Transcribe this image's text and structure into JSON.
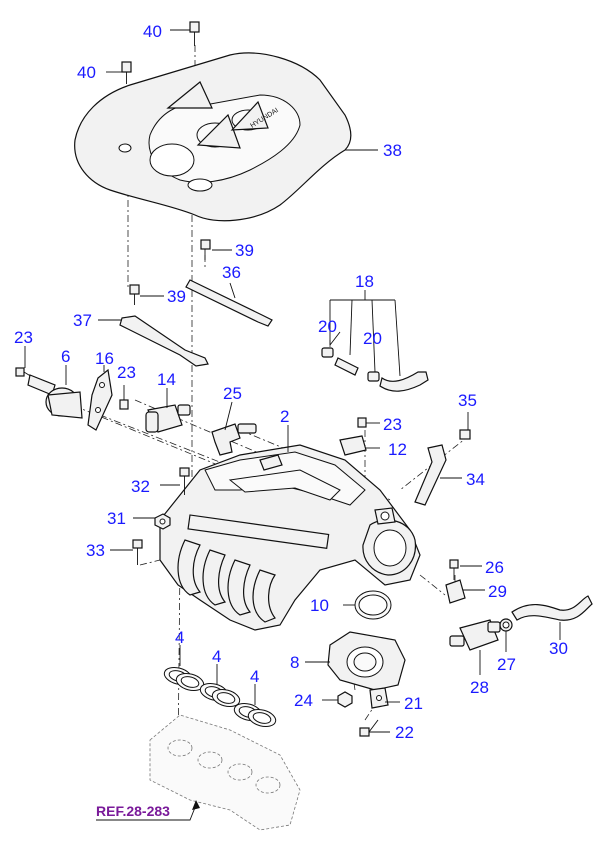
{
  "callouts": [
    {
      "id": "c40a",
      "label": "40"
    },
    {
      "id": "c40b",
      "label": "40"
    },
    {
      "id": "c38",
      "label": "38"
    },
    {
      "id": "c39a",
      "label": "39"
    },
    {
      "id": "c36",
      "label": "36"
    },
    {
      "id": "c39b",
      "label": "39"
    },
    {
      "id": "c37",
      "label": "37"
    },
    {
      "id": "c18",
      "label": "18"
    },
    {
      "id": "c20a",
      "label": "20"
    },
    {
      "id": "c20b",
      "label": "20"
    },
    {
      "id": "c23a",
      "label": "23"
    },
    {
      "id": "c6",
      "label": "6"
    },
    {
      "id": "c16",
      "label": "16"
    },
    {
      "id": "c23b",
      "label": "23"
    },
    {
      "id": "c14",
      "label": "14"
    },
    {
      "id": "c25",
      "label": "25"
    },
    {
      "id": "c2",
      "label": "2"
    },
    {
      "id": "c23c",
      "label": "23"
    },
    {
      "id": "c12",
      "label": "12"
    },
    {
      "id": "c35",
      "label": "35"
    },
    {
      "id": "c34",
      "label": "34"
    },
    {
      "id": "c32",
      "label": "32"
    },
    {
      "id": "c31",
      "label": "31"
    },
    {
      "id": "c33",
      "label": "33"
    },
    {
      "id": "c26",
      "label": "26"
    },
    {
      "id": "c29",
      "label": "29"
    },
    {
      "id": "c10",
      "label": "10"
    },
    {
      "id": "c30",
      "label": "30"
    },
    {
      "id": "c4a",
      "label": "4"
    },
    {
      "id": "c4b",
      "label": "4"
    },
    {
      "id": "c4c",
      "label": "4"
    },
    {
      "id": "c8",
      "label": "8"
    },
    {
      "id": "c27",
      "label": "27"
    },
    {
      "id": "c28",
      "label": "28"
    },
    {
      "id": "c24",
      "label": "24"
    },
    {
      "id": "c21",
      "label": "21"
    },
    {
      "id": "c22",
      "label": "22"
    }
  ],
  "reference": {
    "label": "REF.28-283"
  },
  "cover_logo_text": "HYUNDAI"
}
